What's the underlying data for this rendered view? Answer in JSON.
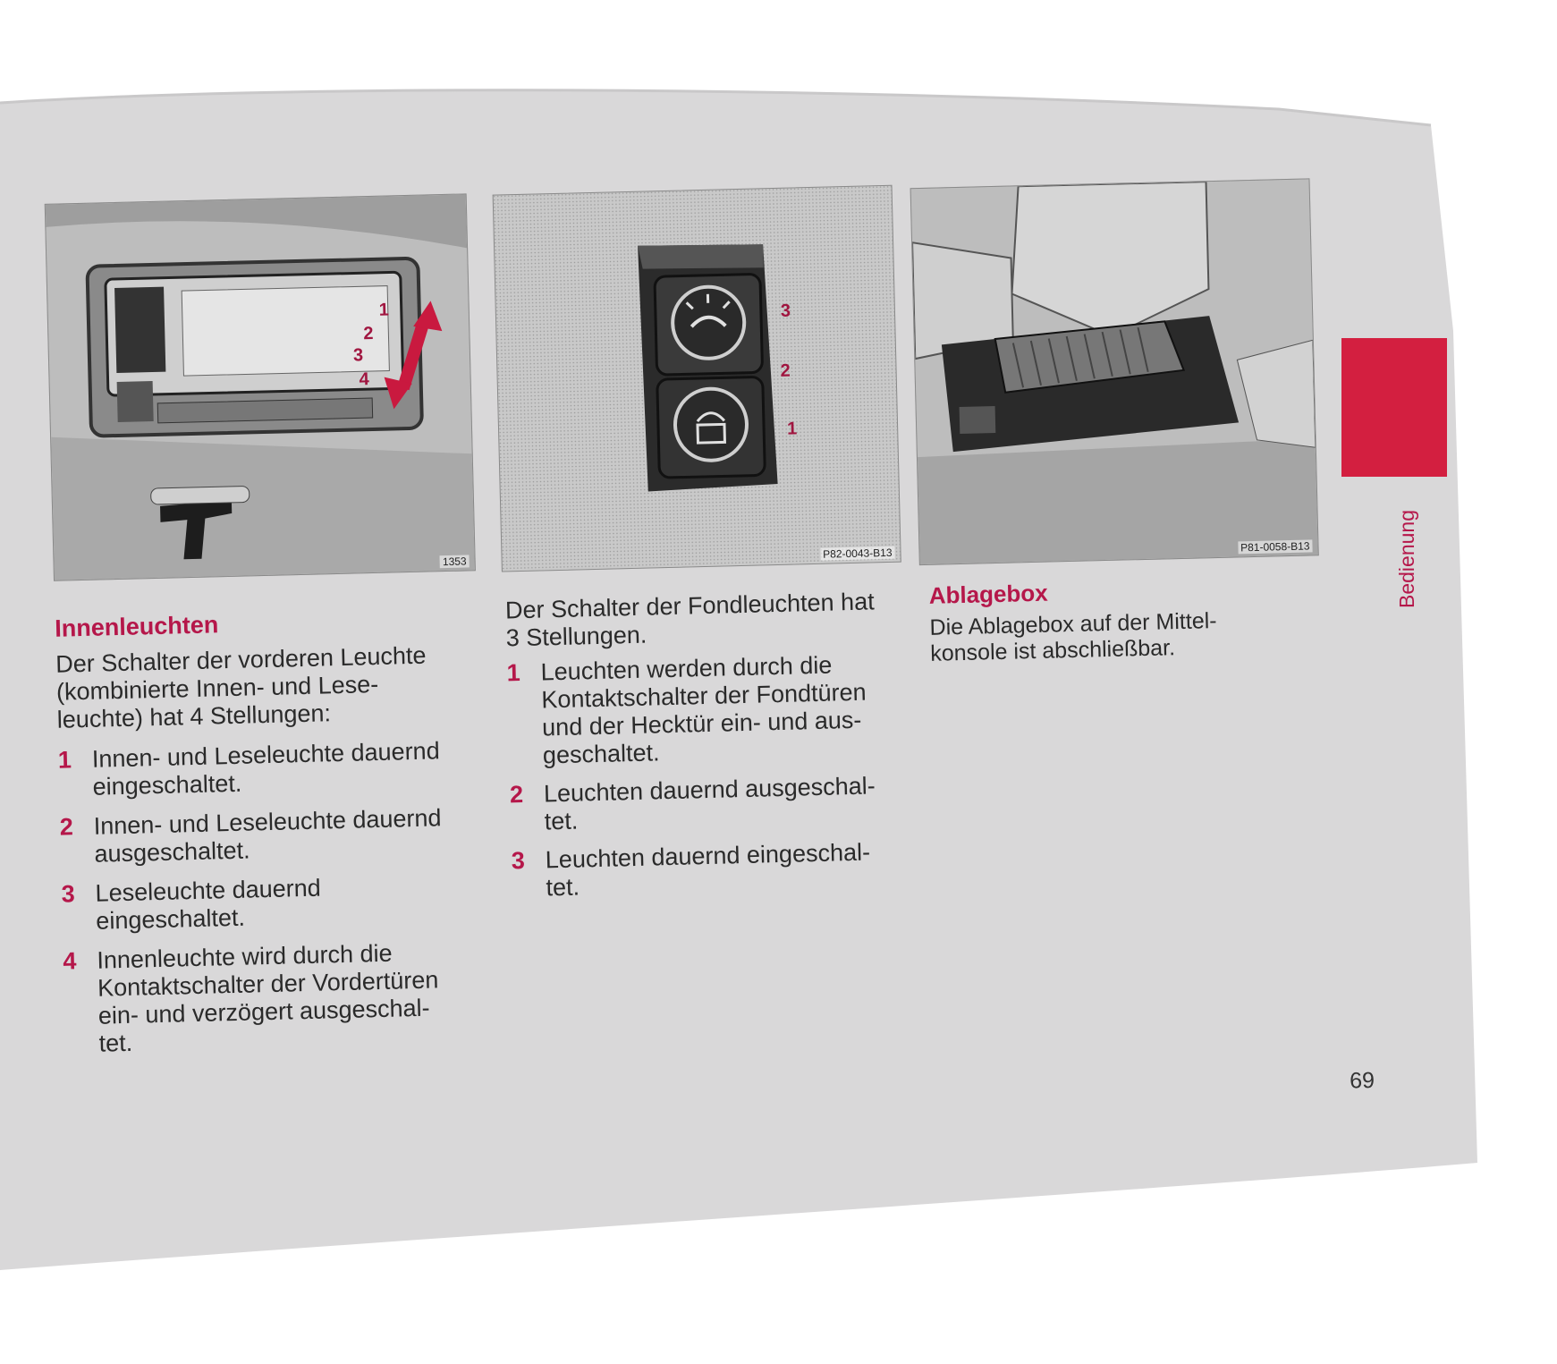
{
  "figures": [
    {
      "code": "1353",
      "callouts": [
        "1",
        "2",
        "3",
        "4"
      ]
    },
    {
      "code": "P82-0043-B13",
      "callouts": [
        "3",
        "2",
        "1"
      ]
    },
    {
      "code": "P81-0058-B13"
    }
  ],
  "left": {
    "heading": "Innenleuchten",
    "intro": [
      "Der Schalter der vorderen Leuchte",
      "(kombinierte Innen- und Lese-",
      "leuchte) hat 4 Stellungen:"
    ],
    "items": [
      {
        "num": "1",
        "lines": [
          "Innen- und Leseleuchte dauernd",
          "eingeschaltet."
        ]
      },
      {
        "num": "2",
        "lines": [
          "Innen- und Leseleuchte dauernd",
          "ausgeschaltet."
        ]
      },
      {
        "num": "3",
        "lines": [
          "Leseleuchte dauernd",
          "eingeschaltet."
        ]
      },
      {
        "num": "4",
        "lines": [
          "Innenleuchte wird durch die",
          "Kontaktschalter der Vordertüren",
          "ein- und verzögert ausgeschal-",
          "tet."
        ]
      }
    ]
  },
  "middle": {
    "intro": [
      "Der Schalter der Fondleuchten hat",
      "3 Stellungen."
    ],
    "items": [
      {
        "num": "1",
        "lines": [
          "Leuchten werden durch die",
          "Kontaktschalter der Fondtüren",
          "und der Hecktür ein- und aus-",
          "geschaltet."
        ]
      },
      {
        "num": "2",
        "lines": [
          "Leuchten dauernd ausgeschal-",
          "tet."
        ]
      },
      {
        "num": "3",
        "lines": [
          "Leuchten dauernd eingeschal-",
          "tet."
        ]
      }
    ]
  },
  "right": {
    "heading": "Ablagebox",
    "intro": [
      "Die Ablagebox auf der Mittel-",
      "konsole ist abschließbar."
    ]
  },
  "tab_label": "Bedienung",
  "page_number": "69",
  "colors": {
    "accent": "#b5174a",
    "tab": "#d31f40",
    "paper": "#d9d8d9"
  }
}
